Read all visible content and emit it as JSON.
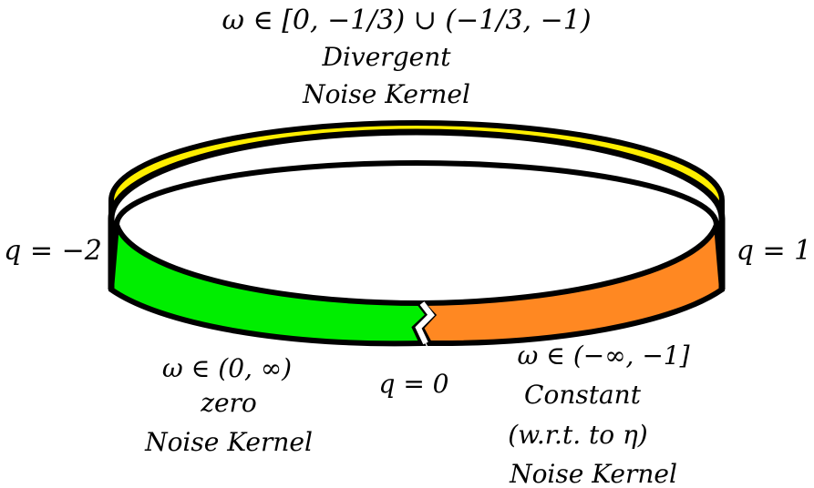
{
  "top": {
    "omega_range": "ω  ∈ [0, −1/3) ∪ (−1/3, −1)",
    "line1": "Divergent",
    "line2": "Noise Kernel"
  },
  "left": {
    "q_label": "q = −2",
    "omega_range": "ω  ∈ (0, ∞)",
    "line1": "zero",
    "line2": "Noise Kernel"
  },
  "right": {
    "q_label": "q = 1",
    "omega_range": "ω  ∈ (−∞, −1]",
    "line1": "Constant",
    "line2": "(w.r.t. to η)",
    "line3": "Noise Kernel"
  },
  "bottom": {
    "q_label": "q = 0"
  },
  "colors": {
    "top_band": "#ffee00",
    "left_band": "#00ee00",
    "right_band": "#ff8822",
    "outline": "#000000",
    "background": "#ffffff"
  }
}
